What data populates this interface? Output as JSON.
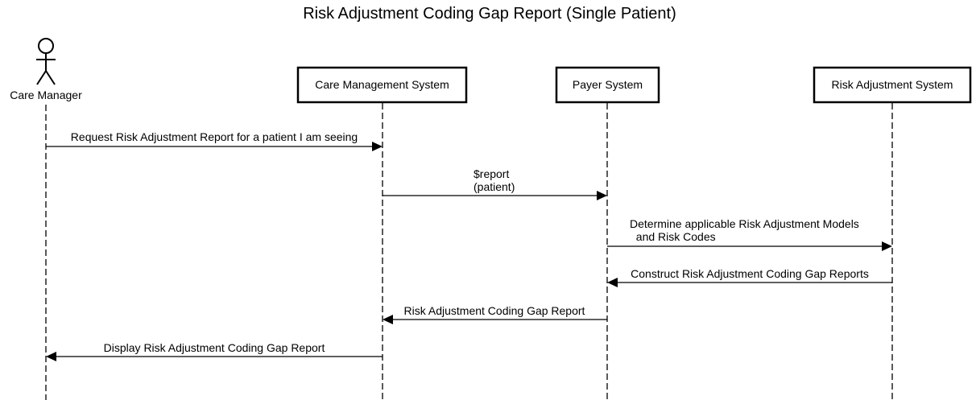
{
  "title": "Risk Adjustment Coding Gap Report (Single Patient)",
  "actor": {
    "label": "Care Manager",
    "icon": "stick-figure-icon"
  },
  "participants": [
    {
      "id": "cms",
      "label": "Care Management System"
    },
    {
      "id": "payer",
      "label": "Payer System"
    },
    {
      "id": "ras",
      "label": "Risk Adjustment System"
    }
  ],
  "messages": [
    {
      "from": "actor",
      "to": "cms",
      "lines": [
        "Request Risk Adjustment Report for a patient I am seeing"
      ]
    },
    {
      "from": "cms",
      "to": "payer",
      "lines": [
        "$report",
        "(patient)"
      ]
    },
    {
      "from": "payer",
      "to": "ras",
      "lines": [
        "Determine applicable Risk Adjustment Models",
        "  and Risk Codes"
      ]
    },
    {
      "from": "ras",
      "to": "payer",
      "lines": [
        "Construct Risk Adjustment Coding Gap Reports"
      ]
    },
    {
      "from": "payer",
      "to": "cms",
      "lines": [
        "Risk Adjustment Coding Gap Report"
      ]
    },
    {
      "from": "cms",
      "to": "actor",
      "lines": [
        "Display Risk Adjustment Coding Gap Report"
      ]
    }
  ]
}
